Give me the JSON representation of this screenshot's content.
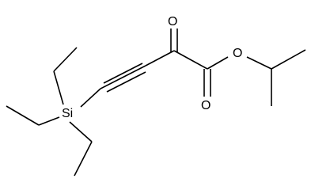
{
  "molecule": {
    "atoms": {
      "o_ketone": "O",
      "o_ester_bridge": "O",
      "o_carbonyl": "O",
      "si": "Si"
    },
    "bond_color": "#000000",
    "background": "#ffffff"
  }
}
